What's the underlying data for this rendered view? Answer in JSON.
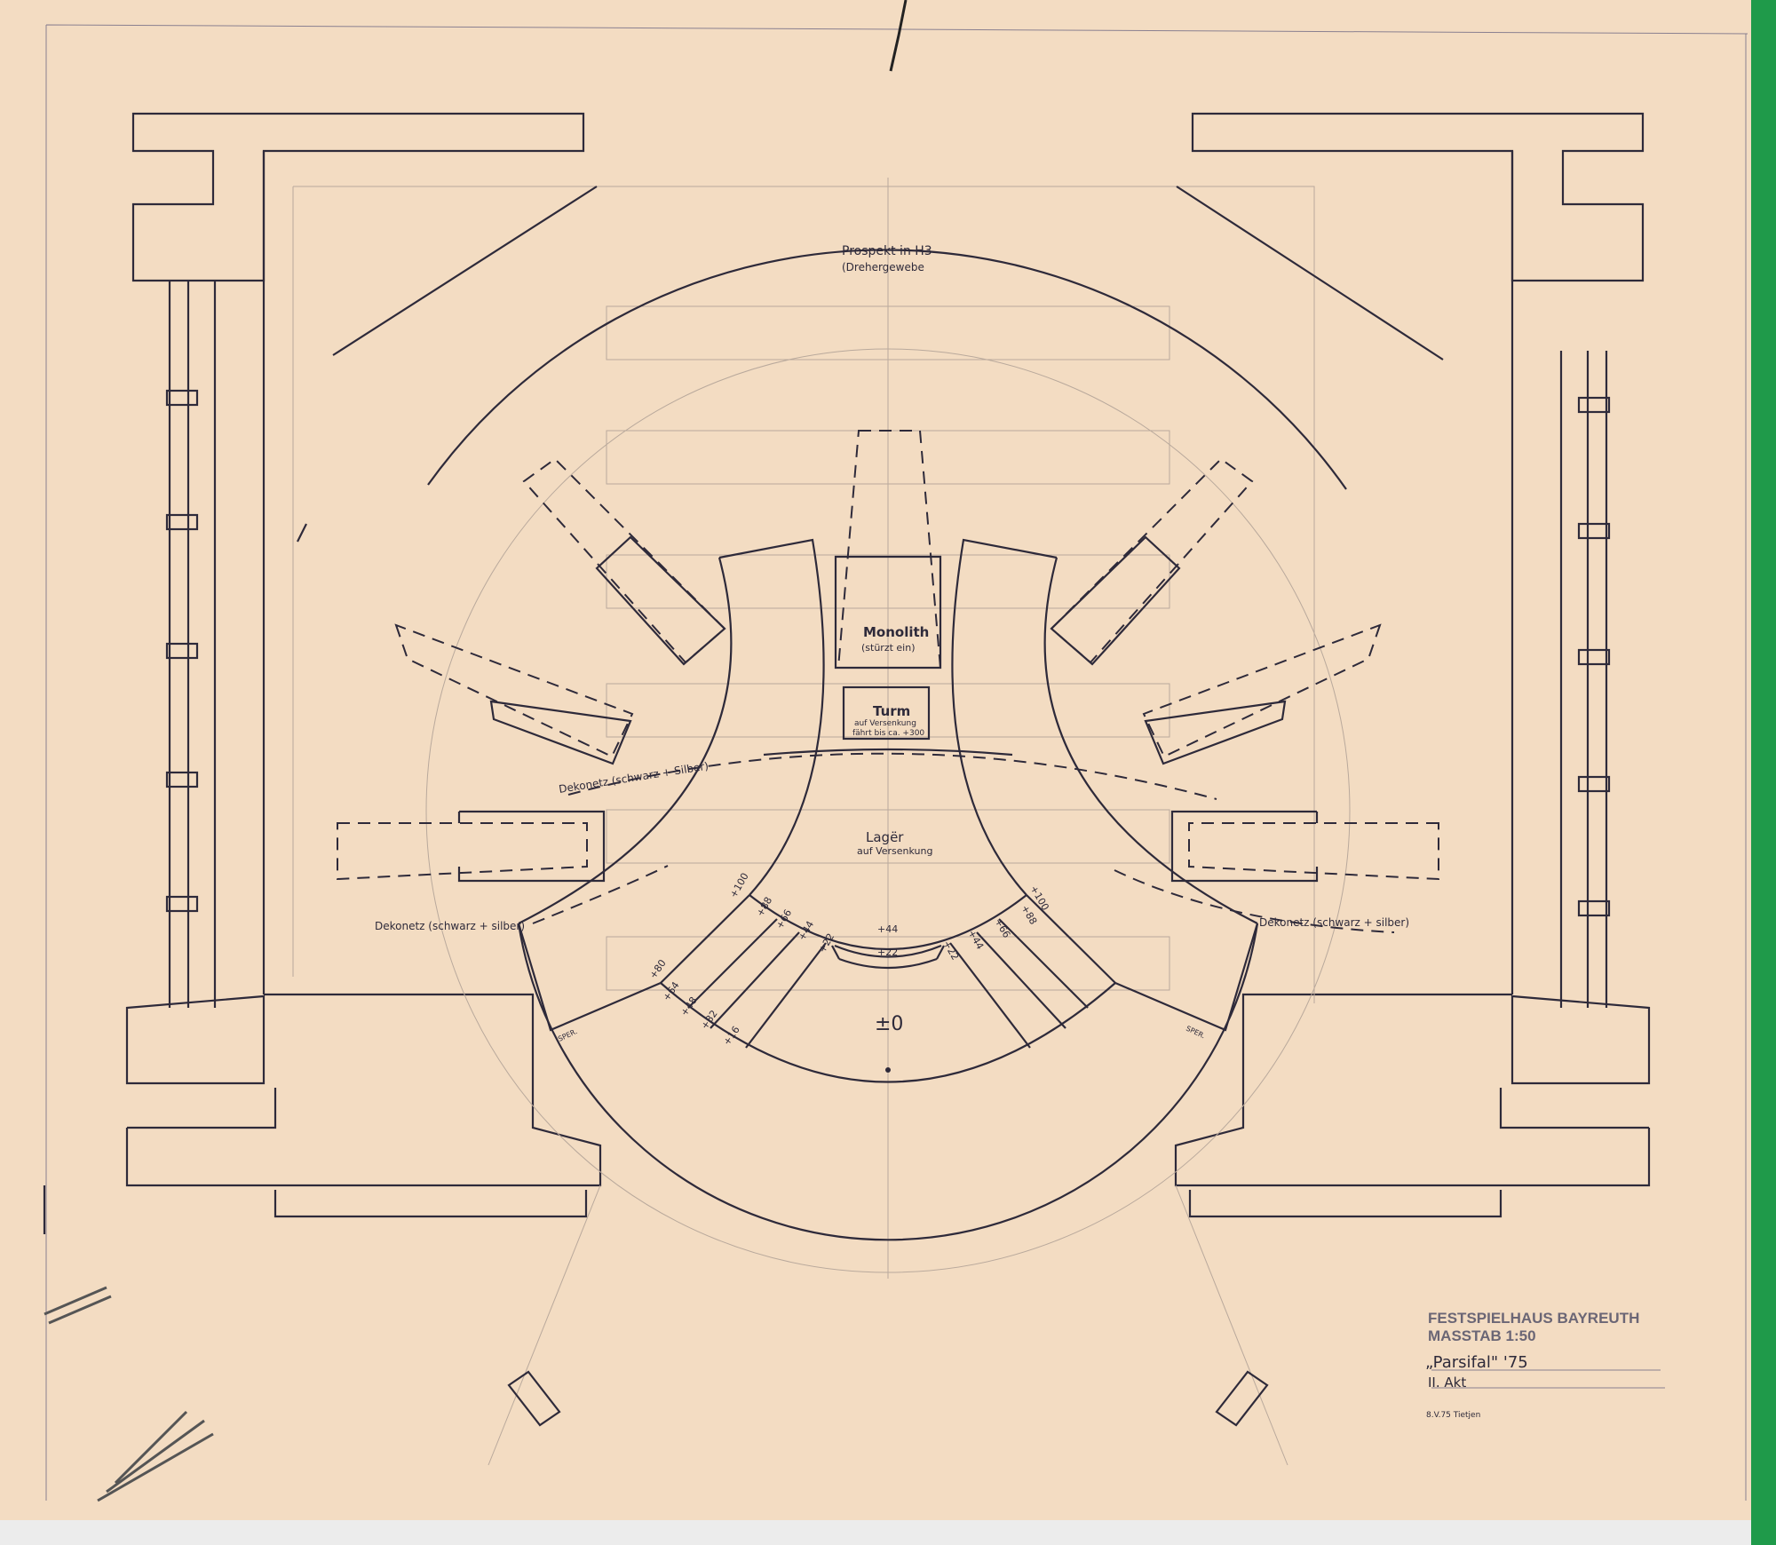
{
  "title_block": {
    "institution": "FESTSPIELHAUS BAYREUTH",
    "scale": "MASSTAB 1:50",
    "production": "„Parsifal\" '75",
    "act": "II. Akt",
    "signature": "8.V.75 Tietjen"
  },
  "labels": {
    "prospekt_line1": "Prospekt in H3",
    "prospekt_line2": "(Drehergewebe",
    "monolith": "Monolith",
    "monolith_note": "(stürzt ein)",
    "turm": "Turm",
    "turm_note1": "auf Versenkung",
    "turm_note2": "fährt bis ca. +300",
    "lager": "Lagër",
    "lager_note": "auf Versenkung",
    "dekonetz_upper": "Dekonetz (schwarz + Silber)",
    "dekonetz_left": "Dekonetz (schwarz + silber)",
    "dekonetz_right": "Dekonetz (schwarz + silber)",
    "zero_level": "±0",
    "sperr_left": "SPER.",
    "sperr_right": "SPER."
  },
  "levels": {
    "center_upper": "+44",
    "center_lower": "+22",
    "left": [
      "+100",
      "+88",
      "+66",
      "+44",
      "+22"
    ],
    "left_lower": [
      "+80",
      "+64",
      "+48",
      "+32",
      "+16"
    ],
    "right": [
      "+100",
      "+88",
      "+66",
      "+44",
      "+22"
    ]
  },
  "colors": {
    "paper": "#f3dcc2",
    "ink": "#2e2a3a",
    "edge_strip": "#1f9a4a"
  }
}
